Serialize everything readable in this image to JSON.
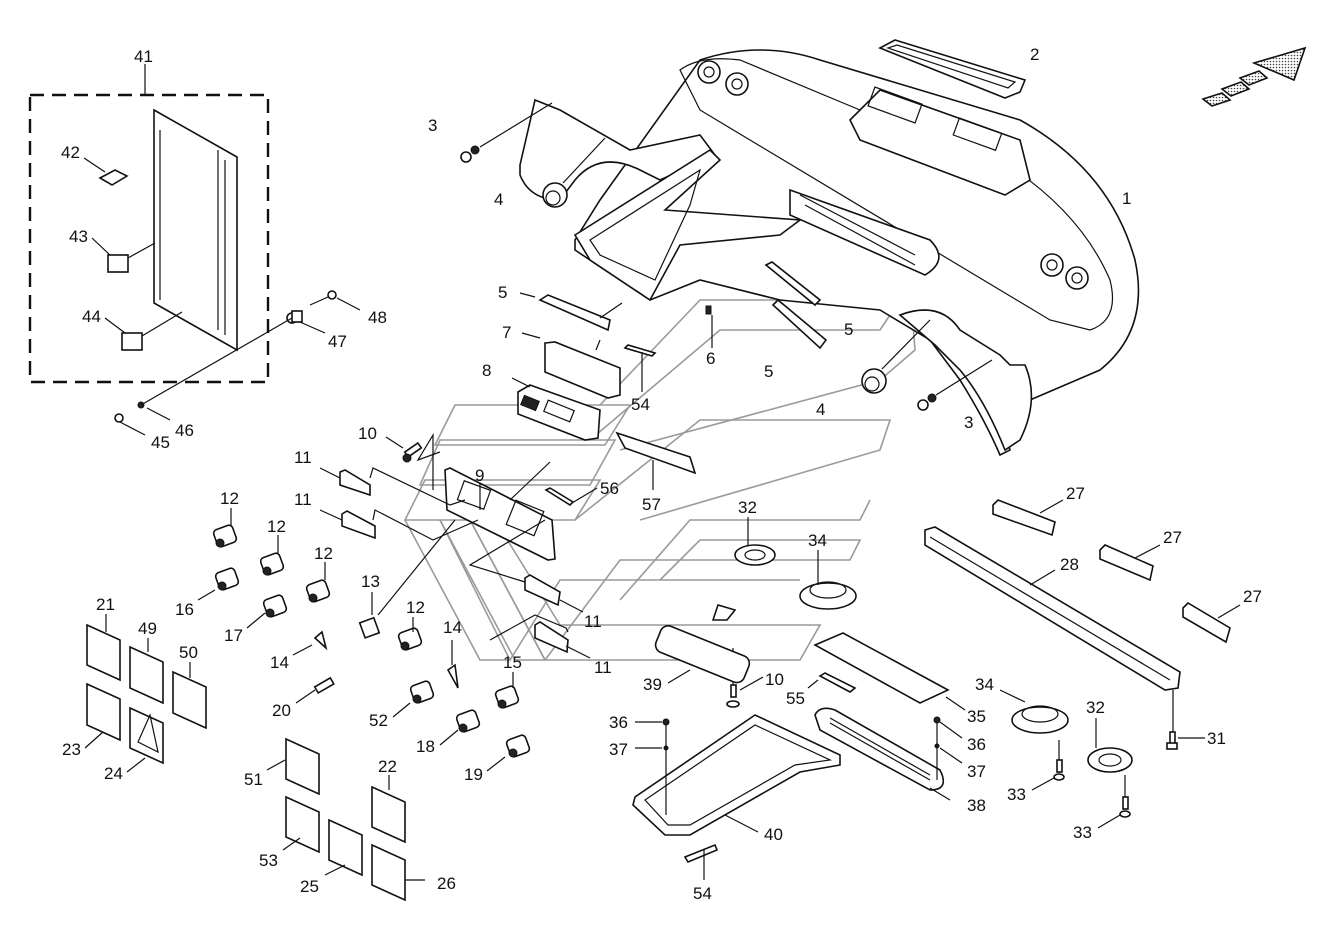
{
  "diagram": {
    "title": "Cab roof console / dashboard exploded parts diagram",
    "direction_indicator": "forward-arrow-icon",
    "labels": [
      {
        "id": "l1",
        "text": "1",
        "part": "roof-console-housing"
      },
      {
        "id": "l2",
        "text": "2",
        "part": "display-window"
      },
      {
        "id": "l3a",
        "text": "3",
        "part": "clip"
      },
      {
        "id": "l3b",
        "text": "3",
        "part": "clip"
      },
      {
        "id": "l4a",
        "text": "4",
        "part": "air-vent-nozzle"
      },
      {
        "id": "l4b",
        "text": "4",
        "part": "air-vent-nozzle"
      },
      {
        "id": "l5a",
        "text": "5",
        "part": "cover-strip"
      },
      {
        "id": "l5b",
        "text": "5",
        "part": "cover-strip"
      },
      {
        "id": "l5c",
        "text": "5",
        "part": "cover-strip"
      },
      {
        "id": "l6",
        "text": "6",
        "part": "clip-nut"
      },
      {
        "id": "l7",
        "text": "7",
        "part": "radio-housing"
      },
      {
        "id": "l8",
        "text": "8",
        "part": "radio"
      },
      {
        "id": "l9",
        "text": "9",
        "part": "switch-panel-frame"
      },
      {
        "id": "l10a",
        "text": "10",
        "part": "screw"
      },
      {
        "id": "l10b",
        "text": "10",
        "part": "screw"
      },
      {
        "id": "l11a",
        "text": "11",
        "part": "switch-bezel"
      },
      {
        "id": "l11b",
        "text": "11",
        "part": "switch-bezel"
      },
      {
        "id": "l11c",
        "text": "11",
        "part": "switch-bezel"
      },
      {
        "id": "l11d",
        "text": "11",
        "part": "switch-bezel"
      },
      {
        "id": "l12a",
        "text": "12",
        "part": "rocker-switch"
      },
      {
        "id": "l12b",
        "text": "12",
        "part": "rocker-switch"
      },
      {
        "id": "l12c",
        "text": "12",
        "part": "rocker-switch"
      },
      {
        "id": "l12d",
        "text": "12",
        "part": "rocker-switch"
      },
      {
        "id": "l13",
        "text": "13",
        "part": "relay-switch"
      },
      {
        "id": "l14a",
        "text": "14",
        "part": "lamp-bulb"
      },
      {
        "id": "l14b",
        "text": "14",
        "part": "lamp-bulb"
      },
      {
        "id": "l15",
        "text": "15",
        "part": "rocker-switch"
      },
      {
        "id": "l16",
        "text": "16",
        "part": "rocker-switch"
      },
      {
        "id": "l17",
        "text": "17",
        "part": "rocker-switch"
      },
      {
        "id": "l18",
        "text": "18",
        "part": "rocker-switch"
      },
      {
        "id": "l19",
        "text": "19",
        "part": "rocker-switch"
      },
      {
        "id": "l20",
        "text": "20",
        "part": "bulb-holder"
      },
      {
        "id": "l21",
        "text": "21",
        "part": "symbol-headlight"
      },
      {
        "id": "l22",
        "text": "22",
        "part": "symbol-low-beam"
      },
      {
        "id": "l23",
        "text": "23",
        "part": "symbol-beacon"
      },
      {
        "id": "l24",
        "text": "24",
        "part": "symbol-hazard"
      },
      {
        "id": "l25",
        "text": "25",
        "part": "symbol-wiper"
      },
      {
        "id": "l26",
        "text": "26",
        "part": "symbol-rear-wiper"
      },
      {
        "id": "l27a",
        "text": "27",
        "part": "led-lamp"
      },
      {
        "id": "l27b",
        "text": "27",
        "part": "led-lamp"
      },
      {
        "id": "l27c",
        "text": "27",
        "part": "led-lamp"
      },
      {
        "id": "l28",
        "text": "28",
        "part": "light-bar"
      },
      {
        "id": "l31",
        "text": "31",
        "part": "screw"
      },
      {
        "id": "l32a",
        "text": "32",
        "part": "speaker"
      },
      {
        "id": "l32b",
        "text": "32",
        "part": "speaker"
      },
      {
        "id": "l33a",
        "text": "33",
        "part": "screw"
      },
      {
        "id": "l33b",
        "text": "33",
        "part": "screw"
      },
      {
        "id": "l34a",
        "text": "34",
        "part": "speaker-ring"
      },
      {
        "id": "l34b",
        "text": "34",
        "part": "speaker-ring"
      },
      {
        "id": "l35",
        "text": "35",
        "part": "filter-mat"
      },
      {
        "id": "l36a",
        "text": "36",
        "part": "rivet"
      },
      {
        "id": "l36b",
        "text": "36",
        "part": "rivet"
      },
      {
        "id": "l37a",
        "text": "37",
        "part": "washer"
      },
      {
        "id": "l37b",
        "text": "37",
        "part": "washer"
      },
      {
        "id": "l38",
        "text": "38",
        "part": "air-grille"
      },
      {
        "id": "l39",
        "text": "39",
        "part": "rear-view-mirror"
      },
      {
        "id": "l40",
        "text": "40",
        "part": "sun-visor-frame"
      },
      {
        "id": "l41",
        "text": "41",
        "part": "circuit-board-assembly"
      },
      {
        "id": "l42",
        "text": "42",
        "part": "fuse"
      },
      {
        "id": "l43",
        "text": "43",
        "part": "relay"
      },
      {
        "id": "l44",
        "text": "44",
        "part": "relay"
      },
      {
        "id": "l45",
        "text": "45",
        "part": "screw"
      },
      {
        "id": "l46",
        "text": "46",
        "part": "washer"
      },
      {
        "id": "l47",
        "text": "47",
        "part": "spacer"
      },
      {
        "id": "l48",
        "text": "48",
        "part": "nut"
      },
      {
        "id": "l49",
        "text": "49",
        "part": "symbol-work-light"
      },
      {
        "id": "l50",
        "text": "50",
        "part": "symbol-indicator"
      },
      {
        "id": "l51",
        "text": "51",
        "part": "symbol-high-beam"
      },
      {
        "id": "l52",
        "text": "52",
        "part": "rocker-switch"
      },
      {
        "id": "l53",
        "text": "53",
        "part": "symbol-roof-light"
      },
      {
        "id": "l54a",
        "text": "54",
        "part": "seal-strip"
      },
      {
        "id": "l54b",
        "text": "54",
        "part": "seal-strip"
      },
      {
        "id": "l55",
        "text": "55",
        "part": "seal-strip"
      },
      {
        "id": "l56",
        "text": "56",
        "part": "seal-strip"
      },
      {
        "id": "l57",
        "text": "57",
        "part": "gasket"
      }
    ]
  }
}
